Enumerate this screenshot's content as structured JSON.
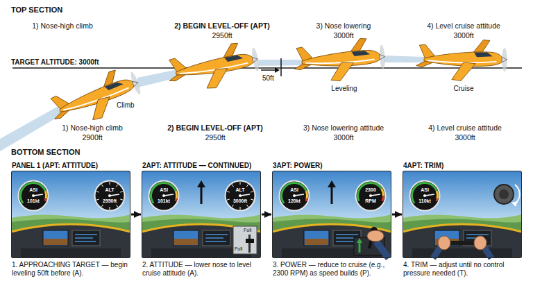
{
  "diagram": {
    "nodes": [
      {
        "text": [
          "PANEL 1 (APT: ATTITUDE)",
          "1. APPROACHING TARGET — begin leveling 50ft before (A)."
        ]
      },
      {
        "text": [
          "ASI",
          "101kt"
        ],
        "in": 0
      },
      {
        "text": [
          "ALT",
          "2950ft"
        ],
        "in": 0
      },
      {
        "text": [
          "2APT: ATTITUDE — CONTINUED)",
          "2. ATTITUDE — lower nose to level cruise attitude (A)."
        ]
      },
      {
        "text": [
          "ASI",
          "101kt"
        ],
        "in": 3
      },
      {
        "text": [
          "ALT",
          "3000ft"
        ],
        "in": 3
      },
      {
        "text": [
          "3APT: POWER)",
          "3. POWER — reduce to cruise (e.g., 2300 RPM) as speed builds (P)."
        ]
      },
      {
        "text": [
          "ASI",
          "120kt"
        ],
        "in": 6
      },
      {
        "text": [
          "2300",
          "RPM"
        ],
        "in": 6
      },
      {
        "text": [
          "4APT: TRIM)",
          "4. TRIM — adjust until no control pressure needed (T)."
        ]
      },
      {
        "text": [
          "ASI",
          "110kt"
        ],
        "in": 9
      }
    ],
    "edges": [
      {
        "from": 0,
        "to": 3,
        "arrow": "to"
      },
      {
        "from": 3,
        "to": 6,
        "arrow": "to"
      },
      {
        "from": 6,
        "to": 9,
        "arrow": "to"
      }
    ],
    "labels": [
      "TOP SECTION",
      "1) Nose-high climb",
      "2) BEGIN LEVEL-OFF (APT)",
      "2950ft",
      "3) Nose lowering",
      "3000ft",
      "4) Level cruise attitude",
      "3000ft",
      "TARGET ALTITUDE: 3000ft",
      "50ft",
      "Climb",
      "Leveling",
      "Cruise",
      "1) Nose-high climb",
      "2900ft",
      "2) BEGIN LEVEL-OFF (APT)",
      "2950ft",
      "3) Nose lowering attitude",
      "3000ft",
      "4) Level cruise attitude",
      "3000ft",
      "BOTTOM SECTION",
      "Full",
      "Full"
    ]
  }
}
